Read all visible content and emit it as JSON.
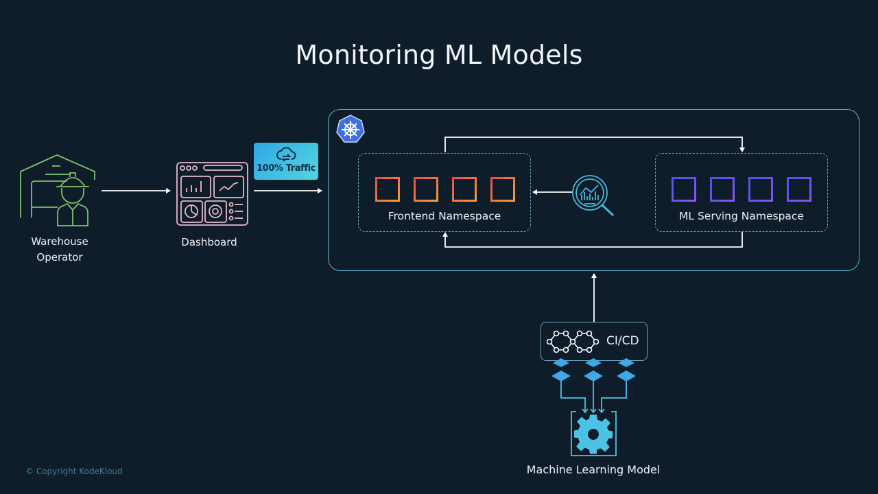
{
  "title": "Monitoring ML Models",
  "nodes": {
    "operator": {
      "label_line1": "Warehouse",
      "label_line2": "Operator",
      "icon": "warehouse-worker-icon"
    },
    "dashboard": {
      "label": "Dashboard",
      "icon": "dashboard-icon"
    },
    "traffic": {
      "label": "100% Traffic",
      "icon": "cloud-sync-icon"
    },
    "cluster": {
      "icon": "kubernetes-icon"
    },
    "frontend_namespace": {
      "label": "Frontend Namespace",
      "pods": 4,
      "pod_color": "#e8643f"
    },
    "monitoring": {
      "icon": "analytics-magnifier-icon"
    },
    "ml_namespace": {
      "label": "ML Serving Namespace",
      "pods": 4,
      "pod_color": "#6a4cf0"
    },
    "cicd": {
      "label": "CI/CD",
      "icon": "infinity-pipeline-icon"
    },
    "ml_model": {
      "label": "Machine Learning Model",
      "icon": "gear-icon"
    }
  },
  "footer": {
    "copyright": "© Copyright KodeKloud"
  },
  "colors": {
    "background": "#0f1c2a",
    "accent": "#5fb6c8",
    "operator_green": "#7cc46a",
    "dashboard_pink": "#e8b9c8",
    "model_blue": "#4cc3e6"
  }
}
